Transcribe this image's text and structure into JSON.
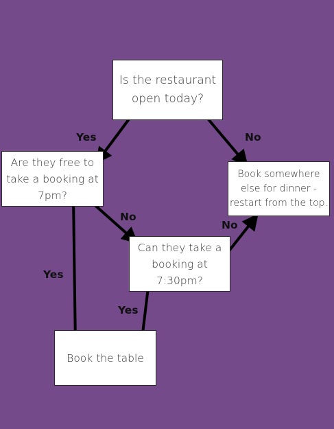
{
  "nodes": {
    "restaurant_open": "Is the restaurant open today?",
    "free_7pm": "Are they free to take a booking at 7pm?",
    "book_elsewhere": "Book somewhere else for dinner - restart from the top.",
    "booking_730": "Can they take a booking at 7:30pm?",
    "book_table": "Book the table"
  },
  "edge_labels": {
    "open_yes": "Yes",
    "open_no": "No",
    "free_no": "No",
    "booking730_no": "No",
    "free_yes": "Yes",
    "booking730_yes": "Yes"
  },
  "edges": [
    {
      "from": "restaurant_open",
      "to": "free_7pm",
      "label": "Yes"
    },
    {
      "from": "restaurant_open",
      "to": "book_elsewhere",
      "label": "No"
    },
    {
      "from": "free_7pm",
      "to": "booking_730",
      "label": "No"
    },
    {
      "from": "booking_730",
      "to": "book_elsewhere",
      "label": "No"
    },
    {
      "from": "free_7pm",
      "to": "book_table",
      "label": "Yes"
    },
    {
      "from": "booking_730",
      "to": "book_table",
      "label": "Yes"
    }
  ],
  "colors": {
    "background": "#744a8a",
    "box_fill": "#ffffff",
    "arrow": "#000000"
  }
}
